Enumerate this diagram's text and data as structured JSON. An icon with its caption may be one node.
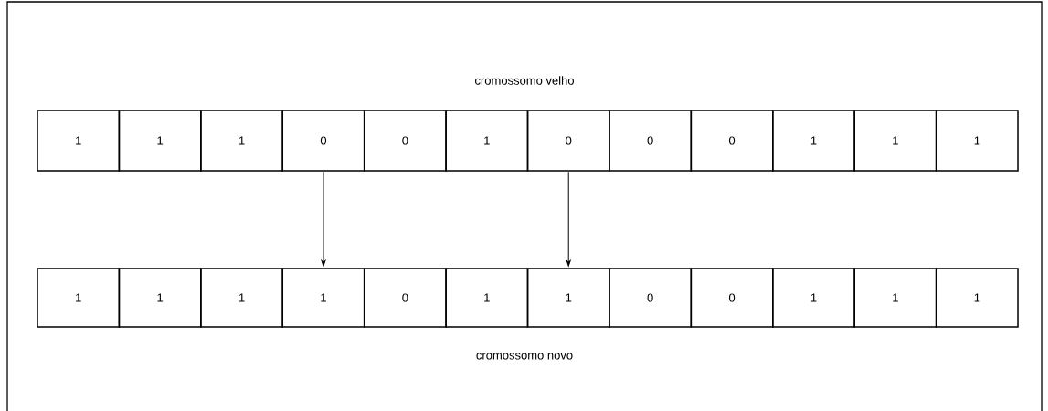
{
  "diagram": {
    "nodes": [
      {
        "text": [
          "1"
        ]
      },
      {
        "text": [
          "1"
        ]
      },
      {
        "text": [
          "1"
        ]
      },
      {
        "text": [
          "0"
        ]
      },
      {
        "text": [
          "0"
        ]
      },
      {
        "text": [
          "1"
        ]
      },
      {
        "text": [
          "0"
        ]
      },
      {
        "text": [
          "0"
        ]
      },
      {
        "text": [
          "0"
        ]
      },
      {
        "text": [
          "1"
        ]
      },
      {
        "text": [
          "1"
        ]
      },
      {
        "text": [
          "1"
        ]
      },
      {
        "text": [
          "1"
        ]
      },
      {
        "text": [
          "1"
        ]
      },
      {
        "text": [
          "1"
        ]
      },
      {
        "text": [
          "1"
        ]
      },
      {
        "text": [
          "0"
        ]
      },
      {
        "text": [
          "1"
        ]
      },
      {
        "text": [
          "1"
        ]
      },
      {
        "text": [
          "0"
        ]
      },
      {
        "text": [
          "0"
        ]
      },
      {
        "text": [
          "1"
        ]
      },
      {
        "text": [
          "1"
        ]
      },
      {
        "text": [
          "1"
        ]
      }
    ],
    "edges": [
      {
        "from": 3,
        "to": 15,
        "arrow": "to"
      },
      {
        "from": 6,
        "to": 18,
        "arrow": "to"
      }
    ],
    "labels": [
      "cromossomo velho",
      "cromossomo novo"
    ]
  }
}
